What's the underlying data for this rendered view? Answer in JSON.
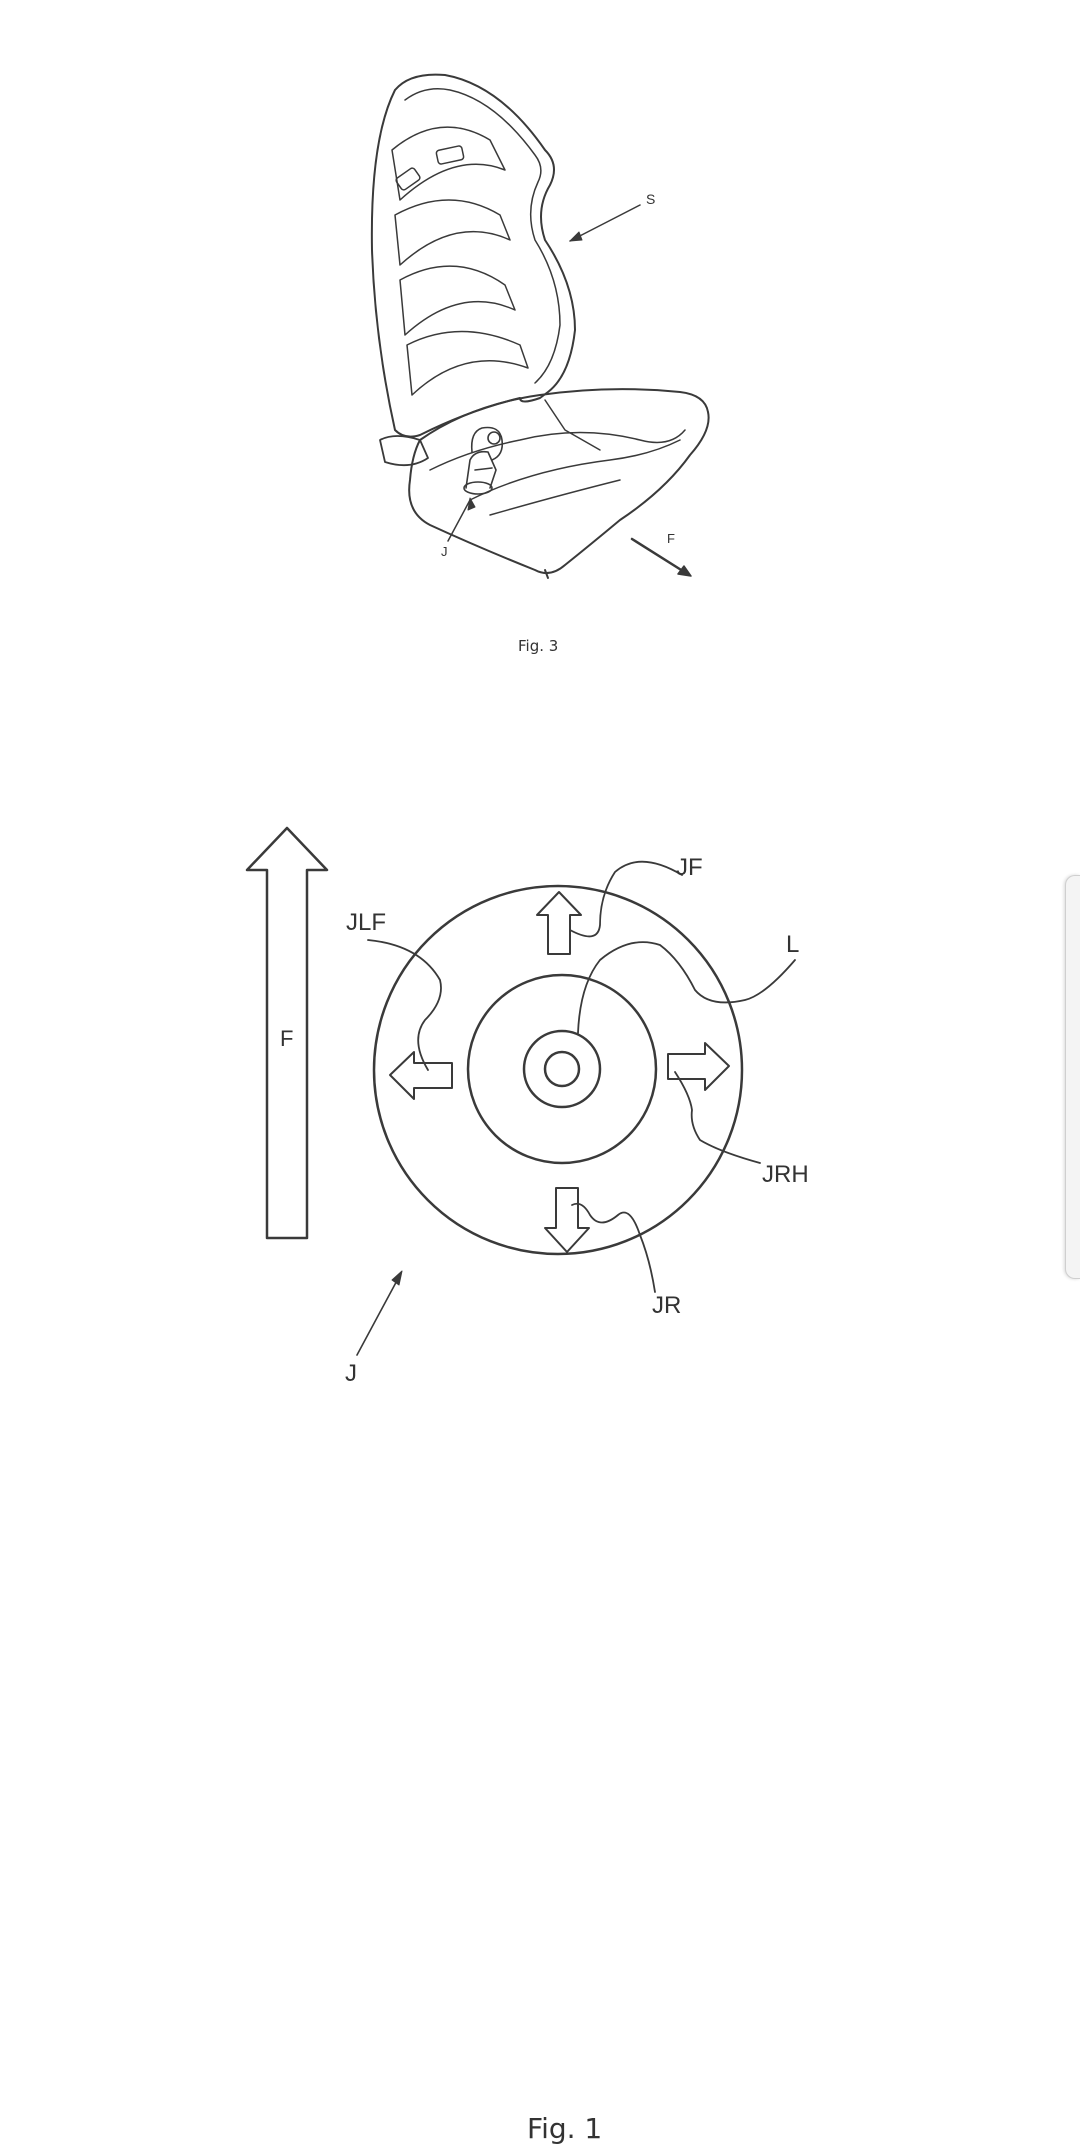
{
  "figures": {
    "fig3": {
      "caption": "Fig. 3",
      "labels": {
        "seat": "S",
        "joystick": "J",
        "forward": "F"
      }
    },
    "fig1": {
      "caption": "Fig. 1",
      "labels": {
        "forward_arrow": "F",
        "jf": "JF",
        "jlf": "JLF",
        "l": "L",
        "jrh": "JRH",
        "jr": "JR",
        "j": "J"
      }
    }
  },
  "colors": {
    "line": "#3a3a3a",
    "background": "#ffffff"
  }
}
